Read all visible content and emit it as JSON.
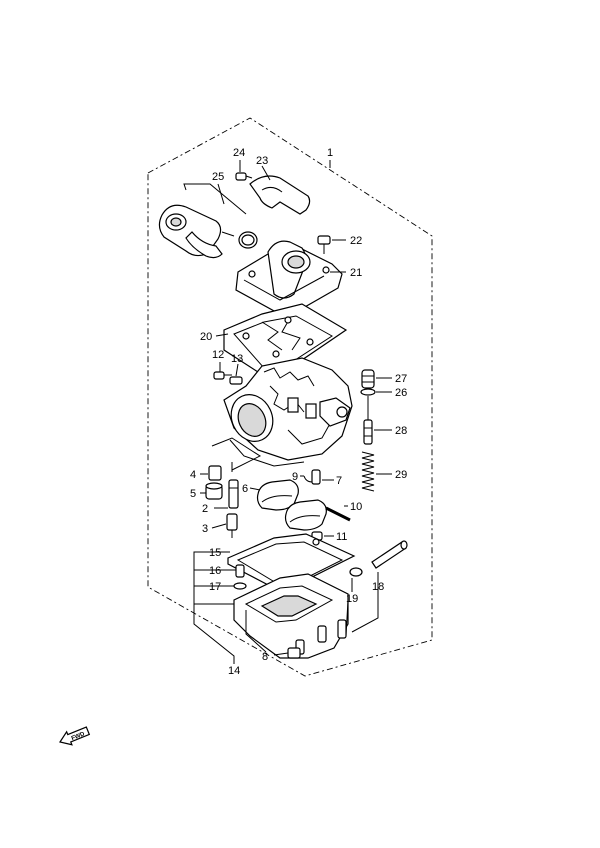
{
  "callouts": {
    "c1": "1",
    "c2": "2",
    "c3": "3",
    "c4": "4",
    "c5": "5",
    "c6": "6",
    "c7": "7",
    "c8": "8",
    "c9": "9",
    "c10": "10",
    "c11": "11",
    "c12": "12",
    "c13": "13",
    "c14": "14",
    "c15": "15",
    "c16": "16",
    "c17": "17",
    "c18": "18",
    "c19": "19",
    "c20": "20",
    "c21": "21",
    "c22": "22",
    "c23": "23",
    "c24": "24",
    "c25": "25",
    "c26": "26",
    "c27": "27",
    "c28": "28",
    "c29": "29"
  },
  "fwd_label": "FWD"
}
